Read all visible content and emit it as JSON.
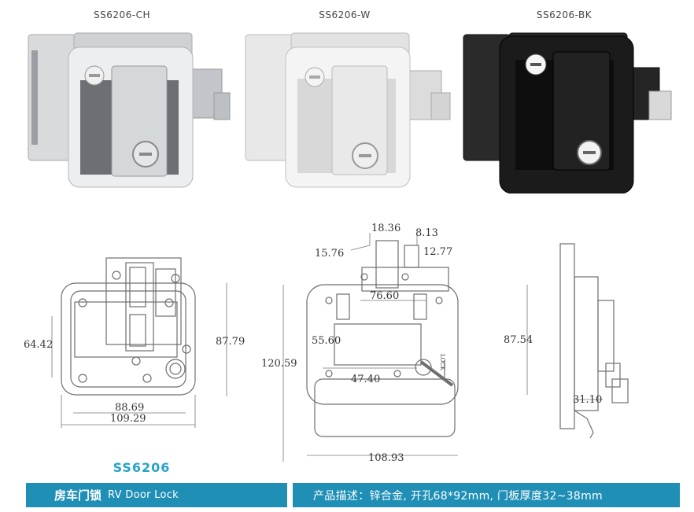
{
  "products": [
    {
      "code": "SS6206-CH",
      "finish": "chrome",
      "body_color": "#e8eaec",
      "accent_color": "#c9ccd0"
    },
    {
      "code": "SS6206-W",
      "finish": "white",
      "body_color": "#f1f1f1",
      "accent_color": "#dcdcdc"
    },
    {
      "code": "SS6206-BK",
      "finish": "black",
      "body_color": "#1e1e1e",
      "accent_color": "#3a3a3a"
    }
  ],
  "drawing": {
    "front": {
      "width_inner": "88.69",
      "width_outer": "109.29",
      "height_left": "64.42",
      "height_right": "87.79"
    },
    "back": {
      "top_a": "18.36",
      "top_b": "8.13",
      "left_top": "15.76",
      "right_top": "12.77",
      "hole_span": "76.60",
      "inner_height": "55.60",
      "total_height": "120.59",
      "lower_span": "47.40",
      "width_bottom": "108.93",
      "lock_label": "LOCK"
    },
    "side": {
      "height": "87.54",
      "depth": "31.10"
    }
  },
  "model_code": "SS6206",
  "footer": {
    "title_cn": "房车门锁",
    "title_en": "RV Door Lock",
    "description": "产品描述：锌合金, 开孔68*92mm, 门板厚度32~38mm"
  },
  "colors": {
    "accent_blue": "#1f8fb6",
    "code_blue": "#2aa3c8",
    "line": "#777777"
  }
}
